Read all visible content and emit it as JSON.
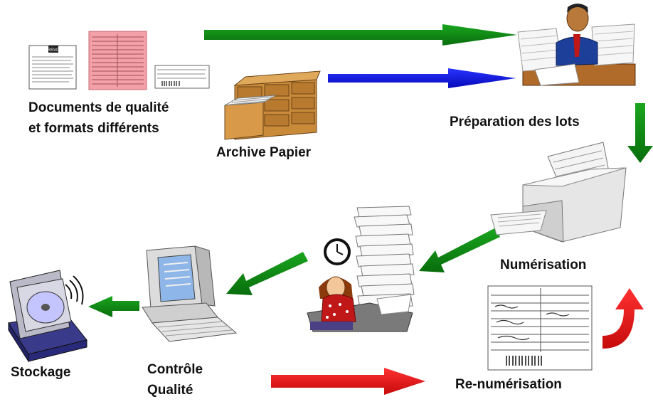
{
  "labels": {
    "documents_line1": "Documents de qualité",
    "documents_line2": "et formats différents",
    "archive": "Archive Papier",
    "preparation": "Préparation des lots",
    "numerisation": "Numérisation",
    "renumerisation": "Re-numérisation",
    "controle_line1": "Contrôle",
    "controle_line2": "Qualité",
    "stockage": "Stockage"
  },
  "doc_rsvp_text": "RSVP",
  "colors": {
    "green_arrow": "#0a8a10",
    "blue_arrow": "#0a12f0",
    "red_arrow": "#ee1111",
    "pink_form": "#f4a0a8",
    "archive_wood": "#c98a3a"
  },
  "icons": [
    "document-forms-icon",
    "archive-cabinet-icon",
    "overworked-clerk-icon",
    "scanner-icon",
    "rescan-document-icon",
    "waiting-operator-icon",
    "computer-monitor-icon",
    "storage-disk-icon"
  ]
}
